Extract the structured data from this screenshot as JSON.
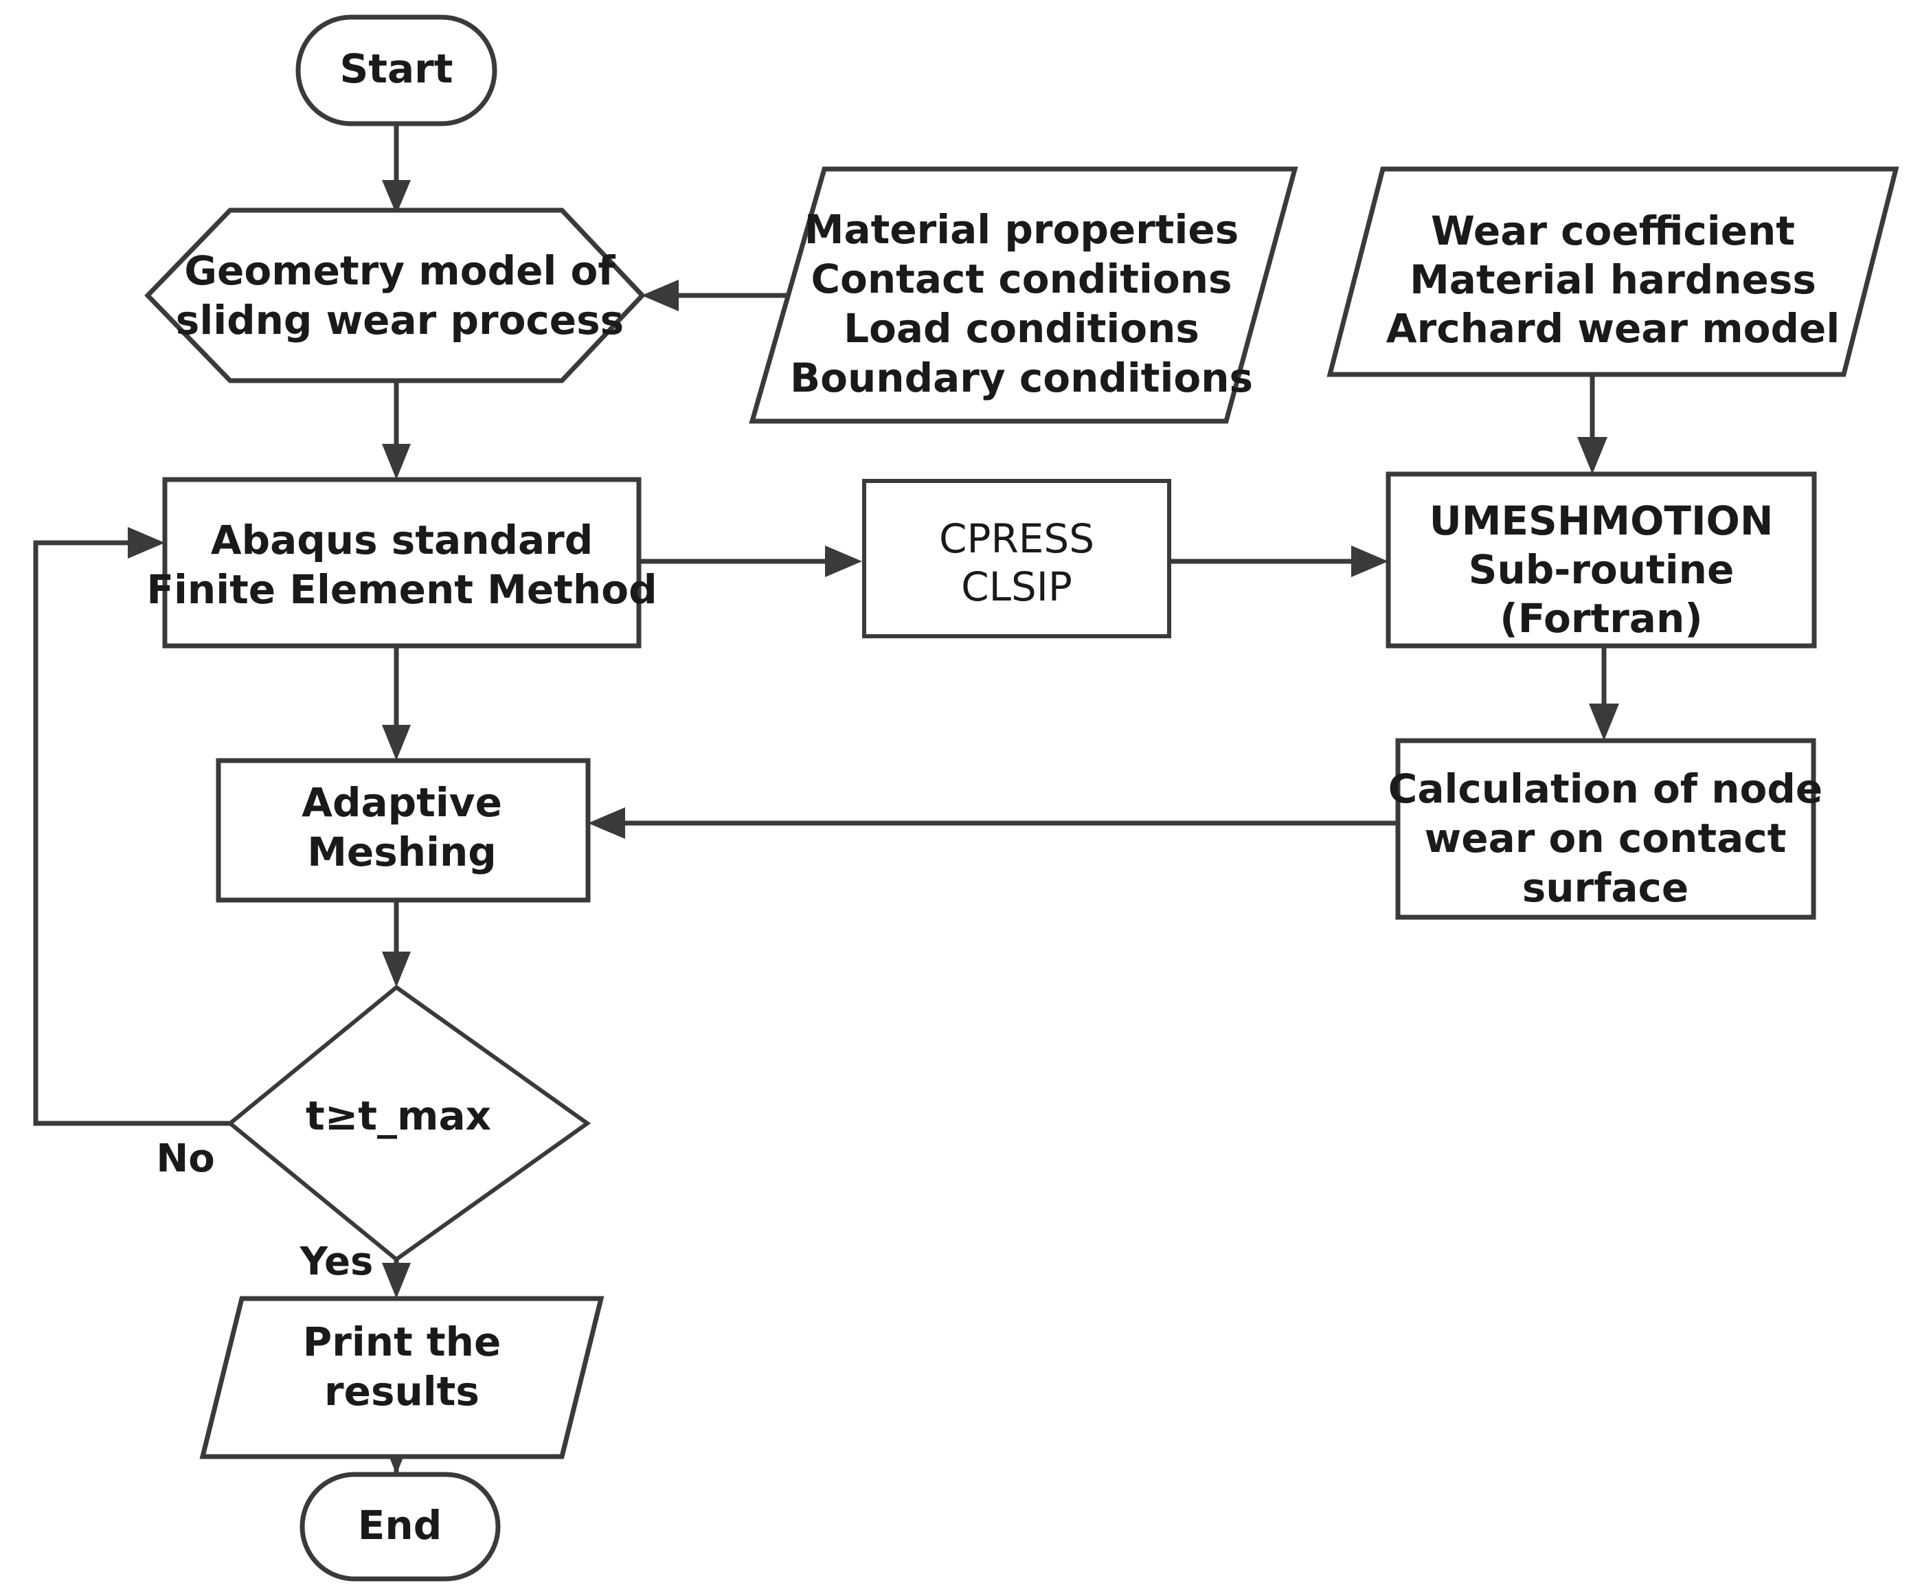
{
  "diagram": {
    "title": "Sliding wear FEM simulation flowchart",
    "stroke_color": "#3a3a3a",
    "text_color": "#1a1a1a",
    "background_color": "#ffffff"
  },
  "nodes": {
    "start": {
      "shape": "stadium",
      "label": "Start"
    },
    "geometry": {
      "shape": "hexagon",
      "line1": "Geometry model of",
      "line2": "slidng wear process"
    },
    "inputs_left": {
      "shape": "parallelogram",
      "line1": "Material properties",
      "line2": "Contact conditions",
      "line3": "Load conditions",
      "line4": "Boundary conditions"
    },
    "inputs_right": {
      "shape": "parallelogram",
      "line1": "Wear coefficient",
      "line2": "Material hardness",
      "line3": "Archard wear model"
    },
    "abaqus": {
      "shape": "rectangle",
      "line1": "Abaqus standard",
      "line2": "Finite Element Method"
    },
    "cpress": {
      "shape": "rectangle",
      "line1": "CPRESS",
      "line2": "CLSIP"
    },
    "umeshmotion": {
      "shape": "rectangle",
      "line1": "UMESHMOTION",
      "line2": "Sub-routine",
      "line3": "(Fortran)"
    },
    "calculation": {
      "shape": "rectangle",
      "line1": "Calculation of node",
      "line2": "wear on contact",
      "line3": "surface"
    },
    "adaptive": {
      "shape": "rectangle",
      "line1": "Adaptive",
      "line2": "Meshing"
    },
    "decision": {
      "shape": "diamond",
      "label": "t≥t_max"
    },
    "print": {
      "shape": "parallelogram",
      "line1": "Print the",
      "line2": "results"
    },
    "end": {
      "shape": "stadium",
      "label": "End"
    }
  },
  "edge_labels": {
    "no": "No",
    "yes": "Yes"
  }
}
